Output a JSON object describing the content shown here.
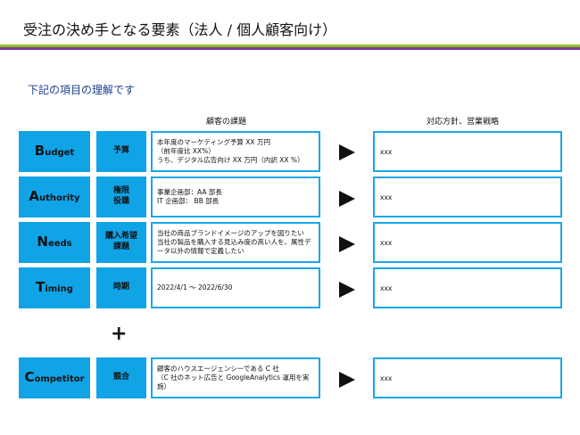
{
  "header": {
    "title": "受注の決め手となる要素（法人 / 個人顧客向け）"
  },
  "subtitle": "下記の項目の理解です",
  "columns": {
    "issues": "顧客の課題",
    "policy": "対応方針、営業戦略"
  },
  "plus_sign": "+",
  "rows": [
    {
      "key_initial": "B",
      "key_rest": "udget",
      "jp_label": "予算",
      "issue": "本年度のマーケティング予算 XX 万円\n（前年度比 XX%）\nうち、デジタル広告向け XX 万円（内訳 XX %）",
      "policy": "xxx"
    },
    {
      "key_initial": "A",
      "key_rest": "uthority",
      "jp_label": "権限\n役職",
      "issue": "事業企画部：AA 部長\nIT 企画部： BB 部長",
      "policy": "xxx"
    },
    {
      "key_initial": "N",
      "key_rest": "eeds",
      "jp_label": "購入希望\n課題",
      "issue": "当社の商品ブランドイメージのアップを図りたい\n当社の製品を購入する見込み度の高い人を、属性データ以外の情報で定義したい",
      "policy": "xxx"
    },
    {
      "key_initial": "T",
      "key_rest": "iming",
      "jp_label": "時期",
      "issue": "2022/4/1 ～ 2022/6/30",
      "policy": "xxx"
    },
    {
      "key_initial": "C",
      "key_rest": "ompetitor",
      "jp_label": "競合",
      "issue": "顧客のハウスエージェンシーである C 社\n（C 社のネット広告と GoogleAnalytics 運用を実施）",
      "policy": "xxx"
    }
  ]
}
